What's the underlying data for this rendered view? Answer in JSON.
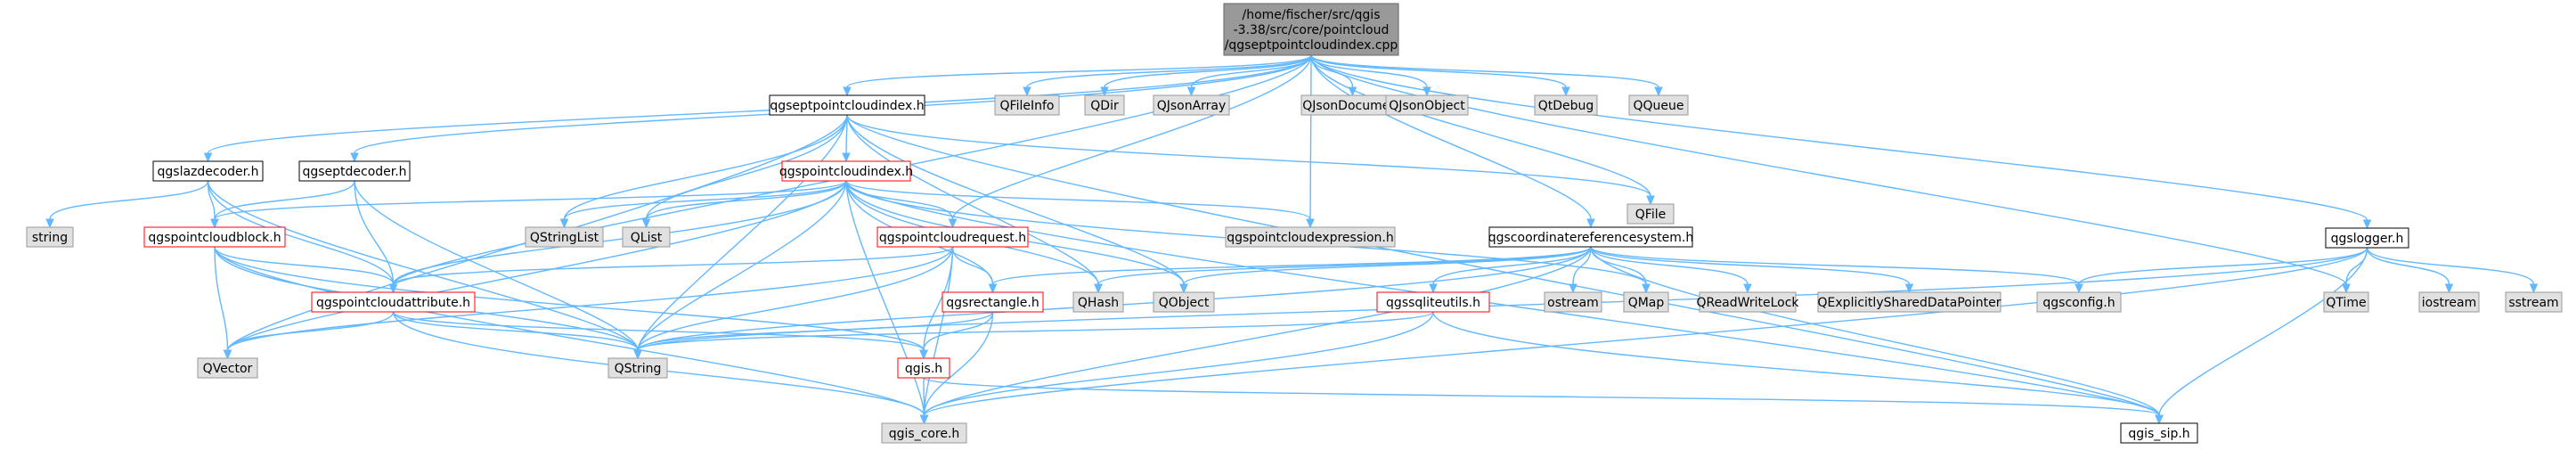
{
  "title": "qgspointcloudindex.cpp include dependency graph",
  "colors": {
    "edge": "#63b8ff",
    "root_fill": "#999999",
    "root_border": "#666666",
    "documented_border": "#000000",
    "undocumented_border": "#ff0000",
    "external_fill": "#e0e0e0",
    "external_border": "#999999"
  },
  "nodes": [
    {
      "id": "root",
      "kind": "root",
      "lines": [
        "/home/fischer/src/qgis",
        "-3.38/src/core/pointcloud",
        "/qgseptpointcloudindex.cpp"
      ]
    },
    {
      "id": "qgseptpointcloudindex_h",
      "kind": "plain",
      "lines": [
        "qgseptpointcloudindex.h"
      ]
    },
    {
      "id": "QFileInfo",
      "kind": "ext",
      "lines": [
        "QFileInfo"
      ]
    },
    {
      "id": "QDir",
      "kind": "ext",
      "lines": [
        "QDir"
      ]
    },
    {
      "id": "QJsonArray",
      "kind": "ext",
      "lines": [
        "QJsonArray"
      ]
    },
    {
      "id": "QJsonDocument",
      "kind": "ext",
      "lines": [
        "QJsonDocument"
      ]
    },
    {
      "id": "QJsonObject",
      "kind": "ext",
      "lines": [
        "QJsonObject"
      ]
    },
    {
      "id": "QtDebug",
      "kind": "ext",
      "lines": [
        "QtDebug"
      ]
    },
    {
      "id": "QQueue",
      "kind": "ext",
      "lines": [
        "QQueue"
      ]
    },
    {
      "id": "QFile",
      "kind": "ext",
      "lines": [
        "QFile"
      ]
    },
    {
      "id": "qgslazdecoder_h",
      "kind": "plain",
      "lines": [
        "qgslazdecoder.h"
      ]
    },
    {
      "id": "qgseptdecoder_h",
      "kind": "plain",
      "lines": [
        "qgseptdecoder.h"
      ]
    },
    {
      "id": "qgspointcloudindex_h",
      "kind": "red",
      "lines": [
        "qgspointcloudindex.h"
      ]
    },
    {
      "id": "qgslogger_h",
      "kind": "plain",
      "lines": [
        "qgslogger.h"
      ]
    },
    {
      "id": "string",
      "kind": "ext",
      "lines": [
        "string"
      ]
    },
    {
      "id": "qgspointcloudblock_h",
      "kind": "red",
      "lines": [
        "qgspointcloudblock.h"
      ]
    },
    {
      "id": "QStringList",
      "kind": "ext",
      "lines": [
        "QStringList"
      ]
    },
    {
      "id": "QList",
      "kind": "ext",
      "lines": [
        "QList"
      ]
    },
    {
      "id": "qgspointcloudexpression_h",
      "kind": "ext",
      "lines": [
        "qgspointcloudexpression.h"
      ]
    },
    {
      "id": "qgscoordinatereferencesystem_h",
      "kind": "plain",
      "lines": [
        "qgscoordinatereferencesystem.h"
      ]
    },
    {
      "id": "qgspointcloudrequest_h",
      "kind": "red",
      "lines": [
        "qgspointcloudrequest.h"
      ]
    },
    {
      "id": "qgspointcloudattribute_h",
      "kind": "red",
      "lines": [
        "qgspointcloudattribute.h"
      ]
    },
    {
      "id": "qgsrectangle_h",
      "kind": "red",
      "lines": [
        "qgsrectangle.h"
      ]
    },
    {
      "id": "QHash",
      "kind": "ext",
      "lines": [
        "QHash"
      ]
    },
    {
      "id": "QObject",
      "kind": "ext",
      "lines": [
        "QObject"
      ]
    },
    {
      "id": "ostream",
      "kind": "ext",
      "lines": [
        "ostream"
      ]
    },
    {
      "id": "QMap",
      "kind": "ext",
      "lines": [
        "QMap"
      ]
    },
    {
      "id": "QReadWriteLock",
      "kind": "ext",
      "lines": [
        "QReadWriteLock"
      ]
    },
    {
      "id": "QExplicitlySharedDataPointer",
      "kind": "ext",
      "lines": [
        "QExplicitlySharedDataPointer"
      ]
    },
    {
      "id": "qgssqliteutils_h",
      "kind": "red",
      "lines": [
        "qgssqliteutils.h"
      ]
    },
    {
      "id": "qgsconfig_h",
      "kind": "ext",
      "lines": [
        "qgsconfig.h"
      ]
    },
    {
      "id": "QTime",
      "kind": "ext",
      "lines": [
        "QTime"
      ]
    },
    {
      "id": "iostream",
      "kind": "ext",
      "lines": [
        "iostream"
      ]
    },
    {
      "id": "sstream",
      "kind": "ext",
      "lines": [
        "sstream"
      ]
    },
    {
      "id": "QVector",
      "kind": "ext",
      "lines": [
        "QVector"
      ]
    },
    {
      "id": "QString",
      "kind": "ext",
      "lines": [
        "QString"
      ]
    },
    {
      "id": "qgis_h",
      "kind": "red",
      "lines": [
        "qgis.h"
      ]
    },
    {
      "id": "qgis_core_h",
      "kind": "ext",
      "lines": [
        "qgis_core.h"
      ]
    },
    {
      "id": "qgis_sip_h",
      "kind": "plain",
      "lines": [
        "qgis_sip.h"
      ]
    }
  ],
  "edges": [
    [
      "root",
      "qgseptpointcloudindex_h"
    ],
    [
      "root",
      "QFileInfo"
    ],
    [
      "root",
      "QDir"
    ],
    [
      "root",
      "QJsonArray"
    ],
    [
      "root",
      "QJsonDocument"
    ],
    [
      "root",
      "QJsonObject"
    ],
    [
      "root",
      "QtDebug"
    ],
    [
      "root",
      "QQueue"
    ],
    [
      "root",
      "QFile"
    ],
    [
      "root",
      "qgslazdecoder_h"
    ],
    [
      "root",
      "qgseptdecoder_h"
    ],
    [
      "root",
      "qgspointcloudrequest_h"
    ],
    [
      "root",
      "qgspointcloudattribute_h"
    ],
    [
      "root",
      "qgscoordinatereferencesystem_h"
    ],
    [
      "root",
      "qgspointcloudexpression_h"
    ],
    [
      "root",
      "qgslogger_h"
    ],
    [
      "root",
      "QTime"
    ],
    [
      "qgseptpointcloudindex_h",
      "qgspointcloudindex_h"
    ],
    [
      "qgseptpointcloudindex_h",
      "QFile"
    ],
    [
      "qgseptpointcloudindex_h",
      "QVector"
    ],
    [
      "qgseptpointcloudindex_h",
      "QString"
    ],
    [
      "qgseptpointcloudindex_h",
      "QList"
    ],
    [
      "qgseptpointcloudindex_h",
      "QStringList"
    ],
    [
      "qgseptpointcloudindex_h",
      "QHash"
    ],
    [
      "qgseptpointcloudindex_h",
      "qgis_sip_h"
    ],
    [
      "qgseptpointcloudindex_h",
      "QObject"
    ],
    [
      "qgslazdecoder_h",
      "string"
    ],
    [
      "qgslazdecoder_h",
      "qgspointcloudblock_h"
    ],
    [
      "qgslazdecoder_h",
      "qgspointcloudattribute_h"
    ],
    [
      "qgslazdecoder_h",
      "QString"
    ],
    [
      "qgseptdecoder_h",
      "qgspointcloudblock_h"
    ],
    [
      "qgseptdecoder_h",
      "qgspointcloudattribute_h"
    ],
    [
      "qgseptdecoder_h",
      "QString"
    ],
    [
      "qgspointcloudindex_h",
      "QStringList"
    ],
    [
      "qgspointcloudindex_h",
      "QList"
    ],
    [
      "qgspointcloudindex_h",
      "qgspointcloudexpression_h"
    ],
    [
      "qgspointcloudindex_h",
      "qgspointcloudblock_h"
    ],
    [
      "qgspointcloudindex_h",
      "qgspointcloudrequest_h"
    ],
    [
      "qgspointcloudindex_h",
      "qgspointcloudattribute_h"
    ],
    [
      "qgspointcloudindex_h",
      "qgsrectangle_h"
    ],
    [
      "qgspointcloudindex_h",
      "QHash"
    ],
    [
      "qgspointcloudindex_h",
      "QObject"
    ],
    [
      "qgspointcloudindex_h",
      "QVector"
    ],
    [
      "qgspointcloudindex_h",
      "QString"
    ],
    [
      "qgspointcloudindex_h",
      "qgis_core_h"
    ],
    [
      "qgspointcloudindex_h",
      "qgis_sip_h"
    ],
    [
      "qgspointcloudindex_h",
      "QMap"
    ],
    [
      "qgspointcloudblock_h",
      "qgspointcloudattribute_h"
    ],
    [
      "qgspointcloudblock_h",
      "QVector"
    ],
    [
      "qgspointcloudblock_h",
      "QString"
    ],
    [
      "qgspointcloudblock_h",
      "qgis_core_h"
    ],
    [
      "qgspointcloudblock_h",
      "qgis_h"
    ],
    [
      "qgspointcloudrequest_h",
      "qgspointcloudattribute_h"
    ],
    [
      "qgspointcloudrequest_h",
      "qgsrectangle_h"
    ],
    [
      "qgspointcloudrequest_h",
      "qgis_h"
    ],
    [
      "qgspointcloudrequest_h",
      "qgis_core_h"
    ],
    [
      "qgspointcloudrequest_h",
      "QString"
    ],
    [
      "qgspointcloudrequest_h",
      "QVector"
    ],
    [
      "qgspointcloudattribute_h",
      "QVector"
    ],
    [
      "qgspointcloudattribute_h",
      "QString"
    ],
    [
      "qgspointcloudattribute_h",
      "qgis_core_h"
    ],
    [
      "qgspointcloudattribute_h",
      "qgis_h"
    ],
    [
      "qgscoordinatereferencesystem_h",
      "qgsrectangle_h"
    ],
    [
      "qgscoordinatereferencesystem_h",
      "QHash"
    ],
    [
      "qgscoordinatereferencesystem_h",
      "QObject"
    ],
    [
      "qgscoordinatereferencesystem_h",
      "qgssqliteutils_h"
    ],
    [
      "qgscoordinatereferencesystem_h",
      "ostream"
    ],
    [
      "qgscoordinatereferencesystem_h",
      "QMap"
    ],
    [
      "qgscoordinatereferencesystem_h",
      "QReadWriteLock"
    ],
    [
      "qgscoordinatereferencesystem_h",
      "QExplicitlySharedDataPointer"
    ],
    [
      "qgscoordinatereferencesystem_h",
      "qgsconfig_h"
    ],
    [
      "qgscoordinatereferencesystem_h",
      "QString"
    ],
    [
      "qgscoordinatereferencesystem_h",
      "qgis_core_h"
    ],
    [
      "qgscoordinatereferencesystem_h",
      "qgis_sip_h"
    ],
    [
      "qgsrectangle_h",
      "qgis_h"
    ],
    [
      "qgsrectangle_h",
      "qgis_core_h"
    ],
    [
      "qgsrectangle_h",
      "QString"
    ],
    [
      "qgssqliteutils_h",
      "qgis_core_h"
    ],
    [
      "qgssqliteutils_h",
      "qgis_sip_h"
    ],
    [
      "qgssqliteutils_h",
      "QString"
    ],
    [
      "qgis_h",
      "qgis_core_h"
    ],
    [
      "qgis_h",
      "qgis_sip_h"
    ],
    [
      "qgslogger_h",
      "iostream"
    ],
    [
      "qgslogger_h",
      "sstream"
    ],
    [
      "qgslogger_h",
      "QString"
    ],
    [
      "qgslogger_h",
      "qgis_core_h"
    ],
    [
      "qgslogger_h",
      "QTime"
    ],
    [
      "qgslogger_h",
      "qgsconfig_h"
    ],
    [
      "qgslogger_h",
      "qgis_sip_h"
    ]
  ]
}
